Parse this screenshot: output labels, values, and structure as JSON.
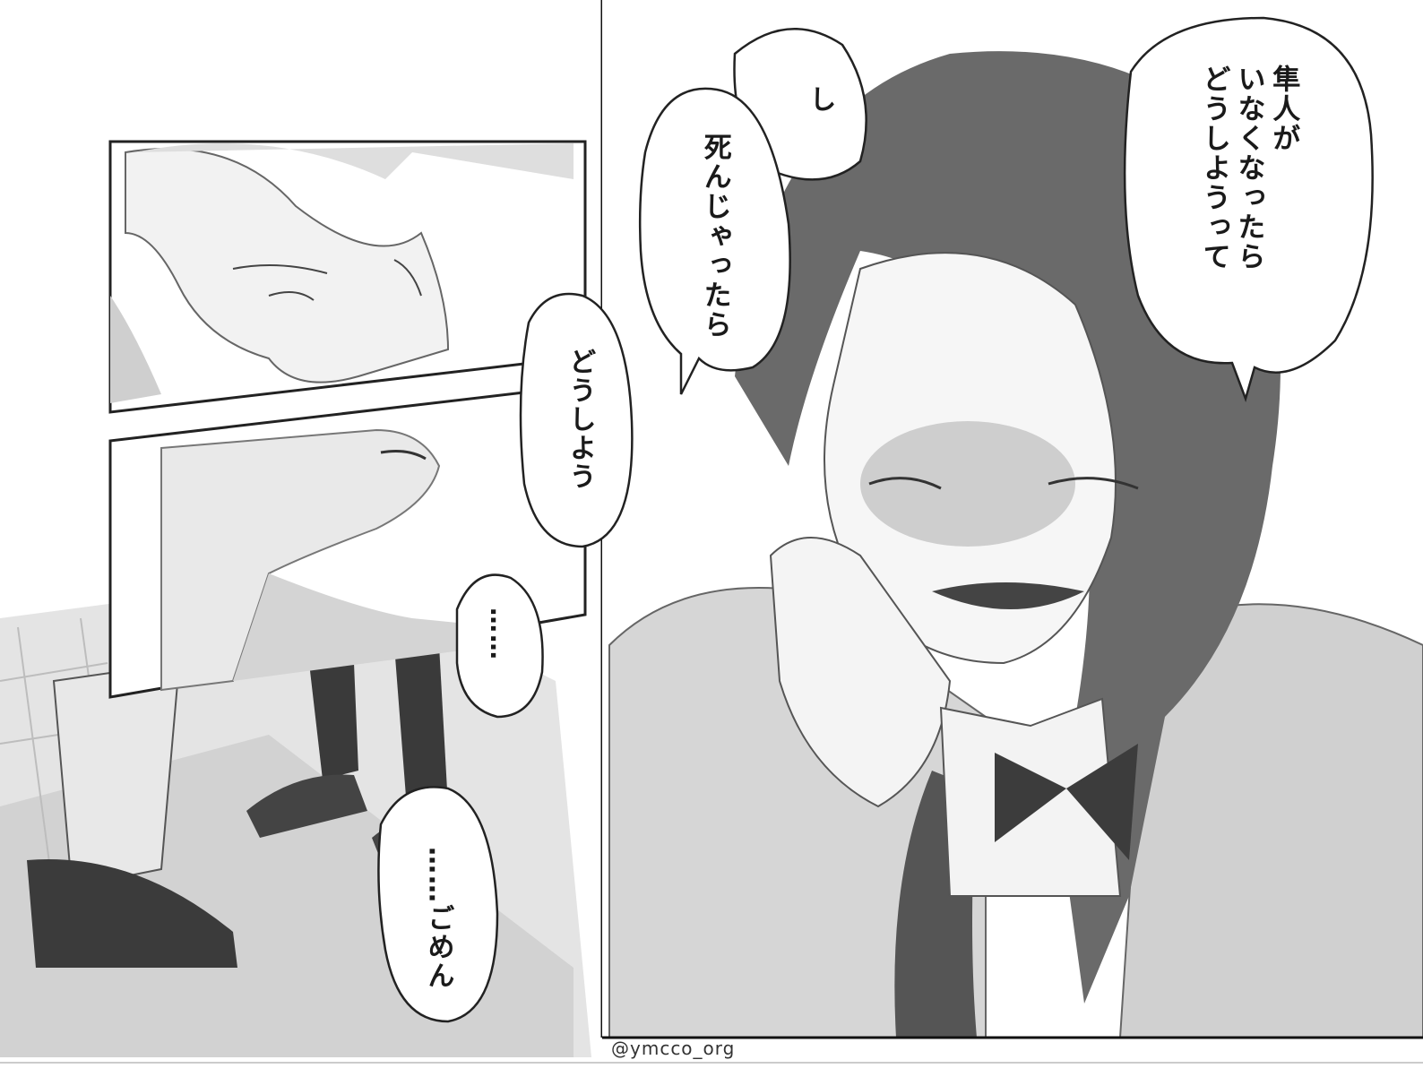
{
  "bubbles": {
    "hayato_gone": "隼人が\nいなくなったら\nどうしようって",
    "shi": "し",
    "if_dead": "死んじゃったら",
    "what_to_do": "どうしよう",
    "ellipsis": "……",
    "sorry": "……ごめん"
  },
  "credit": {
    "handle": "@ymcco_org"
  },
  "colors": {
    "ink": "#1a1a1a",
    "screentone_light": "#d9d9d9",
    "screentone_mid": "#a8a8a8",
    "screentone_dark": "#5a5a5a",
    "paper": "#ffffff"
  }
}
